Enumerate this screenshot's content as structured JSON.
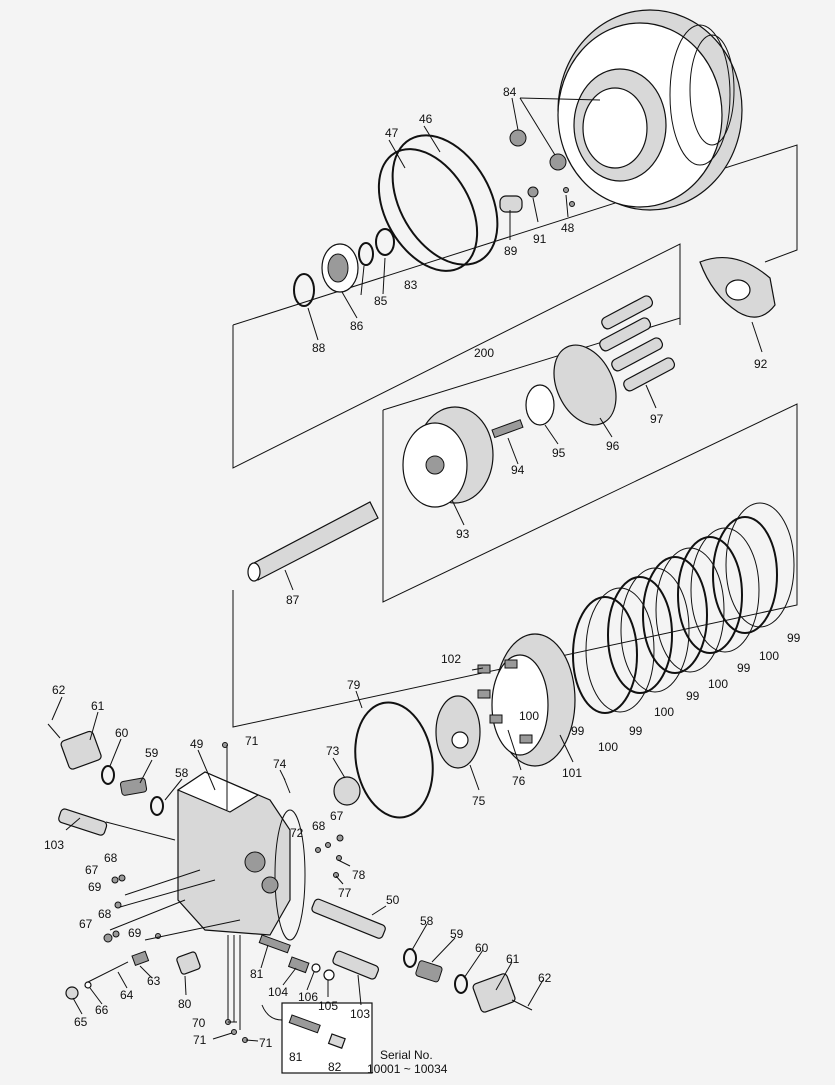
{
  "diagram": {
    "serial_note": {
      "line1": "Serial No.",
      "line2": "10001 ~ 10034"
    }
  },
  "callouts": [
    "84",
    "47",
    "46",
    "91",
    "89",
    "48",
    "85",
    "83",
    "86",
    "88",
    "92",
    "200",
    "97",
    "96",
    "95",
    "94",
    "93",
    "87",
    "99",
    "100",
    "99",
    "100",
    "99",
    "100",
    "99",
    "100",
    "99",
    "100",
    "102",
    "79",
    "62",
    "61",
    "60",
    "59",
    "58",
    "49",
    "71",
    "74",
    "73",
    "75",
    "76",
    "101",
    "103",
    "67",
    "68",
    "72",
    "68",
    "67",
    "69",
    "78",
    "77",
    "67",
    "68",
    "69",
    "50",
    "58",
    "59",
    "60",
    "61",
    "62",
    "81",
    "104",
    "106",
    "105",
    "103",
    "80",
    "63",
    "64",
    "65",
    "66",
    "70",
    "71",
    "71",
    "81",
    "82"
  ]
}
